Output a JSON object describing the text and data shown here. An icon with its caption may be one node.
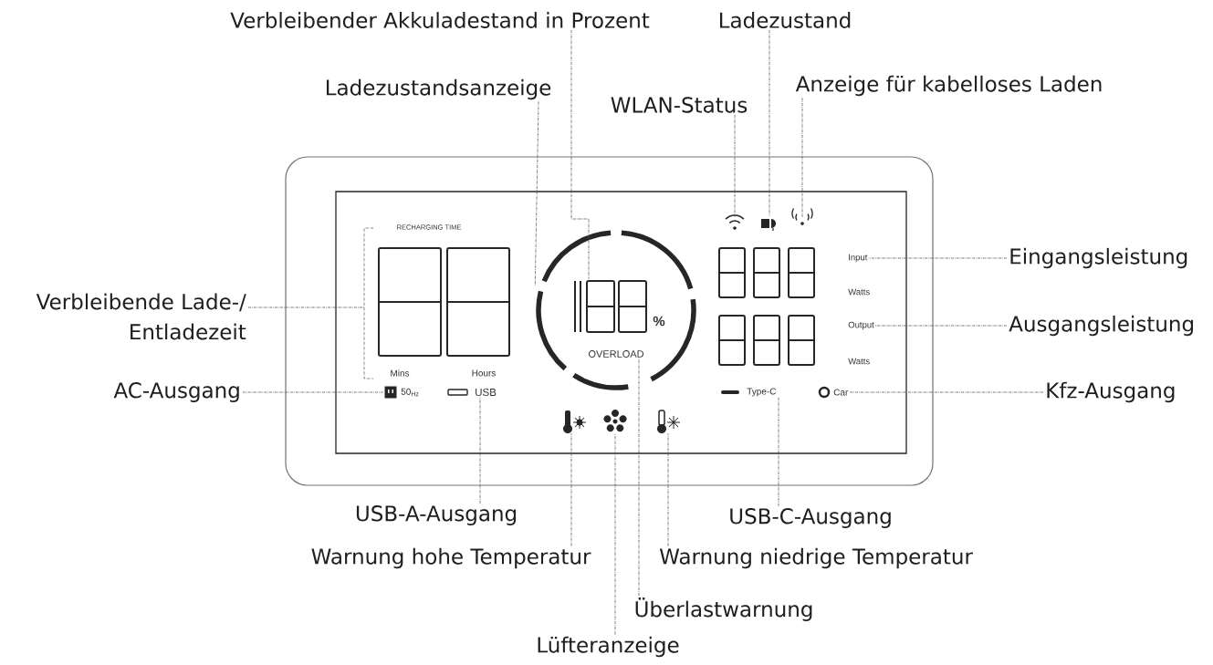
{
  "diagram": {
    "nodes": [
      {
        "text": [
          "Verbleibender Akkuladestand in Prozent"
        ]
      },
      {
        "text": [
          "Ladezustand"
        ]
      },
      {
        "text": [
          "Ladezustandsanzeige"
        ]
      },
      {
        "text": [
          "WLAN-Status"
        ]
      },
      {
        "text": [
          "Anzeige für kabelloses Laden"
        ]
      },
      {
        "text": [
          "Verbleibende Lade-/ Entladezeit"
        ]
      },
      {
        "text": [
          "Eingangsleistung"
        ]
      },
      {
        "text": [
          "Ausgangsleistung"
        ]
      },
      {
        "text": [
          "AC-Ausgang"
        ]
      },
      {
        "text": [
          "Kfz-Ausgang"
        ]
      },
      {
        "text": [
          "USB-A-Ausgang"
        ]
      },
      {
        "text": [
          "USB-C-Ausgang"
        ]
      },
      {
        "text": [
          "Warnung hohe Temperatur"
        ]
      },
      {
        "text": [
          "Warnung niedrige Temperatur"
        ]
      },
      {
        "text": [
          "Überlastwarnung"
        ]
      },
      {
        "text": [
          "Lüfteranzeige"
        ]
      },
      {
        "text": [],
        "shape": "circle"
      },
      {
        "text": [],
        "shape": "picture",
        "in": 16,
        "beside": [
          "%"
        ]
      },
      {
        "text": [
          "OVERLOAD"
        ],
        "in": 16
      },
      {
        "text": [],
        "shape": "picture"
      },
      {
        "text": [],
        "shape": "picture"
      },
      {
        "text": [],
        "shape": "picture"
      },
      {
        "text": [
          "Input"
        ]
      },
      {
        "text": [
          "Output"
        ]
      },
      {
        "text": [],
        "shape": "picture",
        "beside": [
          "50$_{Hz}$"
        ]
      },
      {
        "text": [
          "USB"
        ]
      },
      {
        "text": [
          "Type-C"
        ]
      },
      {
        "text": [
          "Car"
        ]
      },
      {
        "text": [],
        "shape": "picture"
      },
      {
        "text": [],
        "shape": "picture"
      },
      {
        "text": [],
        "shape": "picture"
      }
    ],
    "edges": [
      {
        "from": 0,
        "to": 17,
        "arrow": "none",
        "style": "dashed"
      },
      {
        "from": 1,
        "to": 20,
        "arrow": "none",
        "style": "dashed"
      },
      {
        "from": 2,
        "to": 16,
        "arrow": "none",
        "style": "dashed"
      },
      {
        "from": 3,
        "to": 19,
        "arrow": "none",
        "style": "dashed"
      },
      {
        "from": 4,
        "to": 21,
        "arrow": "none",
        "style": "dashed"
      },
      {
        "from": 5,
        "to": null,
        "arrow": "none",
        "style": "dashed"
      },
      {
        "from": 6,
        "to": 22,
        "arrow": "none",
        "style": "dashed"
      },
      {
        "from": 7,
        "to": 23,
        "arrow": "none",
        "style": "dashed"
      },
      {
        "from": 8,
        "to": 24,
        "arrow": "none",
        "style": "dashed"
      },
      {
        "from": 9,
        "to": 27,
        "arrow": "none",
        "style": "dashed"
      },
      {
        "from": 10,
        "to": 25,
        "arrow": "none",
        "style": "dashed"
      },
      {
        "from": 11,
        "to": 26,
        "arrow": "none",
        "style": "dashed"
      },
      {
        "from": 12,
        "to": 28,
        "arrow": "none",
        "style": "dashed"
      },
      {
        "from": 13,
        "to": 30,
        "arrow": "none",
        "style": "dashed"
      },
      {
        "from": 14,
        "to": 18,
        "arrow": "none",
        "style": "dashed"
      },
      {
        "from": 15,
        "to": 29,
        "arrow": "none",
        "style": "dashed"
      }
    ],
    "labels": [
      "RECHARGING TIME",
      "Watts",
      "Watts",
      "Mins",
      "Hours"
    ]
  }
}
